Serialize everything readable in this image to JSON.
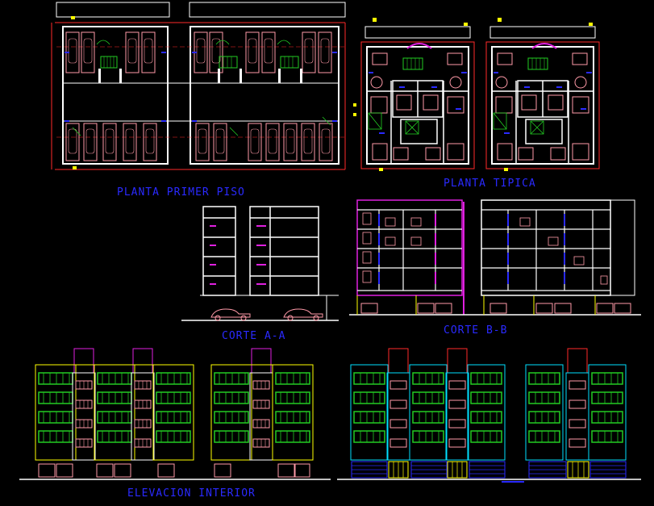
{
  "labels": {
    "planta_primer_piso": "PLANTA PRIMER PISO",
    "planta_tipica": "PLANTA TIPICA",
    "corte_aa": "CORTE A-A",
    "corte_bb": "CORTE B-B",
    "elevacion_interior": "ELEVACION INTERIOR"
  },
  "colors": {
    "background": "#000000",
    "label_blue": "#2a2aff",
    "wall_white": "#ffffff",
    "red": "#ff2a2a",
    "pink": "#ff9aa8",
    "green": "#22cc22",
    "yellow": "#ffff00",
    "magenta": "#e020e0",
    "cyan": "#00e0ff",
    "blue": "#2a2aff"
  }
}
